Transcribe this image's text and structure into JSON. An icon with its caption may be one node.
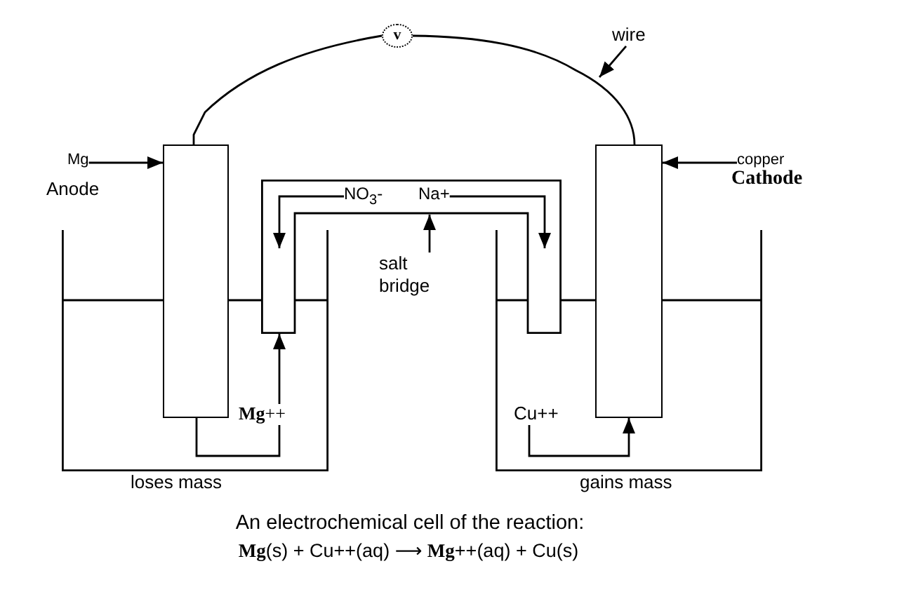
{
  "diagram": {
    "caption": "An electrochemical cell of the reaction:",
    "nodes": [
      {
        "text": [
          "v"
        ]
      },
      {
        "text": [
          "wire"
        ]
      },
      {
        "text": [
          "Mg"
        ]
      },
      {
        "text": [],
        "shape": "bar"
      },
      {
        "text": [],
        "shape": "bar"
      },
      {
        "text": [
          "copper"
        ]
      },
      {
        "text": [],
        "shape": "tube"
      },
      {
        "text": [
          "NO$_{3}$-"
        ],
        "in": 6
      },
      {
        "text": [
          "Na+"
        ],
        "in": 6
      },
      {
        "text": [
          "salt bridge"
        ]
      },
      {
        "text": [],
        "shape": "beaker"
      },
      {
        "text": [],
        "shape": "beaker"
      },
      {
        "text": [
          "**Mg**++"
        ],
        "in": 10
      },
      {
        "text": [
          "Cu++"
        ],
        "in": 11
      }
    ],
    "edges": [
      {
        "from": 3,
        "to": 0,
        "arrow": "none"
      },
      {
        "from": 0,
        "to": 4,
        "arrow": "none"
      },
      {
        "from": 1,
        "to": null,
        "arrow": "to"
      },
      {
        "from": 2,
        "to": 3,
        "arrow": "to"
      },
      {
        "from": 5,
        "to": 4,
        "arrow": "to"
      },
      {
        "from": 7,
        "to": null,
        "arrow": "to"
      },
      {
        "from": 8,
        "to": null,
        "arrow": "to"
      },
      {
        "from": 9,
        "to": 6,
        "arrow": "to"
      },
      {
        "from": 3,
        "to": 12,
        "arrow": "none"
      },
      {
        "from": 12,
        "to": 6,
        "arrow": "to"
      },
      {
        "from": 13,
        "to": 4,
        "arrow": "to"
      }
    ],
    "labels": [
      "Anode",
      "Cathode",
      "loses mass",
      "gains mass",
      "**Mg**(s) + Cu++(aq) ⟶ **Mg**++(aq) + Cu(s)"
    ]
  }
}
